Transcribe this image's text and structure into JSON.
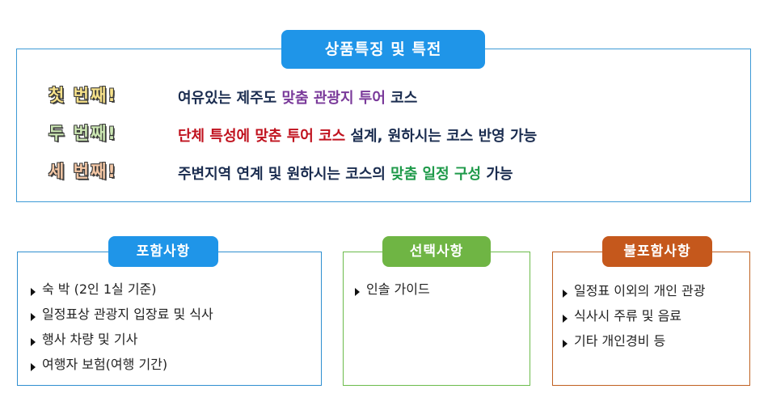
{
  "features": {
    "title": "상품특징 및 특전",
    "rows": [
      {
        "ordinal": "첫 번째!",
        "parts": [
          {
            "text": "여유있는 제주도 ",
            "style": "normal"
          },
          {
            "text": "맞춤 관광지 투어",
            "style": "purple"
          },
          {
            "text": " 코스",
            "style": "normal"
          }
        ]
      },
      {
        "ordinal": "두 번째!",
        "parts": [
          {
            "text": "단체 특성에 맞춘 투어 코스",
            "style": "red"
          },
          {
            "text": " 설계, 원하시는 코스 반영 가능",
            "style": "normal"
          }
        ]
      },
      {
        "ordinal": "세 번째!",
        "parts": [
          {
            "text": "주변지역 연계 및 원하시는 코스의 ",
            "style": "normal"
          },
          {
            "text": "맞춤 일정 구성",
            "style": "green"
          },
          {
            "text": " 가능",
            "style": "normal"
          }
        ]
      }
    ]
  },
  "included": {
    "title": "포함사항",
    "items": [
      "숙 박 (2인 1실 기준)",
      "일정표상 관광지 입장료 및 식사",
      "행사 차량 및 기사",
      "여행자 보험(여행 기간)"
    ]
  },
  "optional": {
    "title": "선택사항",
    "items": [
      "인솔 가이드"
    ]
  },
  "excluded": {
    "title": "불포함사항",
    "items": [
      "일정표 이외의 개인 관광",
      "식사시 주류 및 음료",
      "기타 개인경비 등"
    ]
  },
  "colors": {
    "blue_accent": "#1f95e8",
    "green_accent": "#6fb544",
    "orange_accent": "#c5581c",
    "purple_highlight": "#7a3a9a",
    "red_highlight": "#c0121e",
    "green_highlight": "#1f9a4a",
    "body_text": "#1b2d50"
  }
}
